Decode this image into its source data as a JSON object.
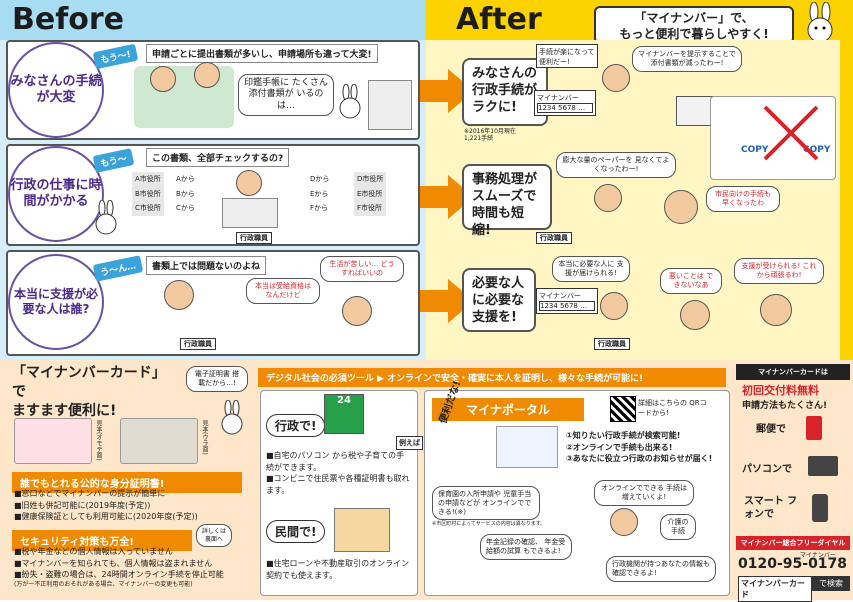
{
  "header": {
    "before": "Before",
    "after": "After",
    "slogan_line1": "「マイナンバー」で、",
    "slogan_line2": "もっと便利で暮らしやすく!"
  },
  "rows": [
    {
      "circle": "みなさんの手続が大変",
      "tag": "もう〜!",
      "note": "申請ごとに提出書類が多いし、申請場所も違って大変!",
      "bubble": "印鑑手帳に たくさん添付書類が いるのは…",
      "after_title": "みなさんの行政手続がラクに!",
      "after_note": "※2016年10月現在 1,221手続",
      "card_label": "マイナンバー",
      "card_number": "1234 5678 …",
      "after_bubble1": "手続が楽になって 便利だー!",
      "after_bubble2": "マイナンバーを提示することで 添付書類が減ったわー!",
      "doc_labels": [
        "COPY",
        "COPY"
      ]
    },
    {
      "circle": "行政の仕事に時間がかかる",
      "tag": "もう〜",
      "note": "この書類、全部チェックするの?",
      "offices_left": [
        "A市役所",
        "B市役所",
        "C市役所"
      ],
      "offices_mid": [
        "Aから",
        "Bから",
        "Cから"
      ],
      "offices_mid2": [
        "Dから",
        "Eから",
        "Fから"
      ],
      "offices_right": [
        "D市役所",
        "E市役所",
        "F市役所"
      ],
      "staff": "行政職員",
      "after_title": "事務処理がスムーズで時間も短縮!",
      "after_bubble1": "膨大な量のペーパーを 見なくてよくなったわー!",
      "after_bubble2": "市民向けの手続も 早くなったわ",
      "after_staff": "行政職員"
    },
    {
      "circle": "本当に支援が必要な人は誰?",
      "tag": "う〜ん…",
      "note": "書類上では問題ないのよね",
      "bubble1": "本当は受給資格は なんだけど",
      "bubble2": "生活が苦しい… どうすればいいの",
      "staff": "行政職員",
      "after_title": "必要な人に必要な支援を!",
      "after_bubble1": "本当に必要な人に 支援が届けられる!",
      "after_bubble2": "悪いことは できないなあ",
      "after_bubble3": "支援が受けられる! これから頑張るわ!",
      "after_staff": "行政職員",
      "card_label": "マイナンバー",
      "card_number": "1234 5678 …"
    }
  ],
  "bottom": {
    "card_title_line1": "「マイナンバーカード」で",
    "card_title_line2": "ますます便利に!",
    "cert_bubble": "電子証明書 搭載だから…!",
    "card_front": "見本(オモテ面)",
    "card_back": "見本(ウラ面)",
    "id_header": "誰でもとれる公的な身分証明書!",
    "id_items": [
      "■窓口などでマイナンバーの提示が簡単に",
      "■旧姓も併記可能に(2019年度(予定))",
      "■健康保険証としても利用可能に(2020年度(予定))"
    ],
    "security_header": "セキュリティ対策も万全!",
    "security_note": "詳しくは 裏面へ",
    "security_items": [
      "■税や年金などの個人情報は入っていません",
      "■マイナンバーを知られても、個人情報は盗まれません",
      "■紛失・盗難の場合は、24時間オンライン手続を停止可能",
      "(万が一不正利用のおそれがある場合、マイナンバーの変更も可能)"
    ],
    "digital_banner": "デジタル社会の必須ツール ▶ オンラインで安全・確実に本人を証明し、様々な手続が可能に!",
    "gyosei_title": "行政で!",
    "gyosei_items": [
      "■自宅のパソコン から税や子育ての手続ができます。",
      "■コンビニで住民票や各種証明書も取れます。"
    ],
    "shop_sign": "24",
    "rei": "例えば",
    "minkan_title": "民間で!",
    "minkan_items": [
      "■住宅ローンや不動産取引のオンライン契約でも使えます。"
    ],
    "portal_title": "マイナポータル",
    "portal_qr": "詳細はこちらの QRコードから!",
    "portal_bubble": "便利だな!",
    "portal_items": [
      "①知りたい行政手続が検索可能!",
      "②オンラインで手続も出来る!",
      "③あなたに役立つ行政のお知らせが届く!"
    ],
    "portal_b1": "保育園の入所申請や 児童手当の申請などが オンラインでできる!(※)",
    "portal_b1_note": "※市区町村によってサービスの内容は異なります。",
    "portal_b2": "オンラインでできる 手続は増えていくよ!",
    "portal_b3": "介護の 手続",
    "portal_b4": "年金記録の確認、 年金受給額の試算 もできるよ!",
    "portal_b5": "行政機関が持つあなたの情報も 確認できるよ!",
    "side_header": "マイナンバーカードは",
    "side_free": "初回交付料無料",
    "side_apply": "申請方法もたくさん!",
    "side_methods": [
      "郵便で",
      "パソコンで",
      "スマート フォンで"
    ],
    "dial_label": "マイナンバー総合フリーダイヤル",
    "dial_sub": "マイナンバー",
    "dial_number": "0120-95-0178",
    "search_word": "マイナンバーカード",
    "search_btn": "で検索"
  },
  "colors": {
    "before_bg": "#a8dcf2",
    "after_bg": "#fcd200",
    "accent": "#f08a00",
    "purple": "#6a51a3"
  }
}
